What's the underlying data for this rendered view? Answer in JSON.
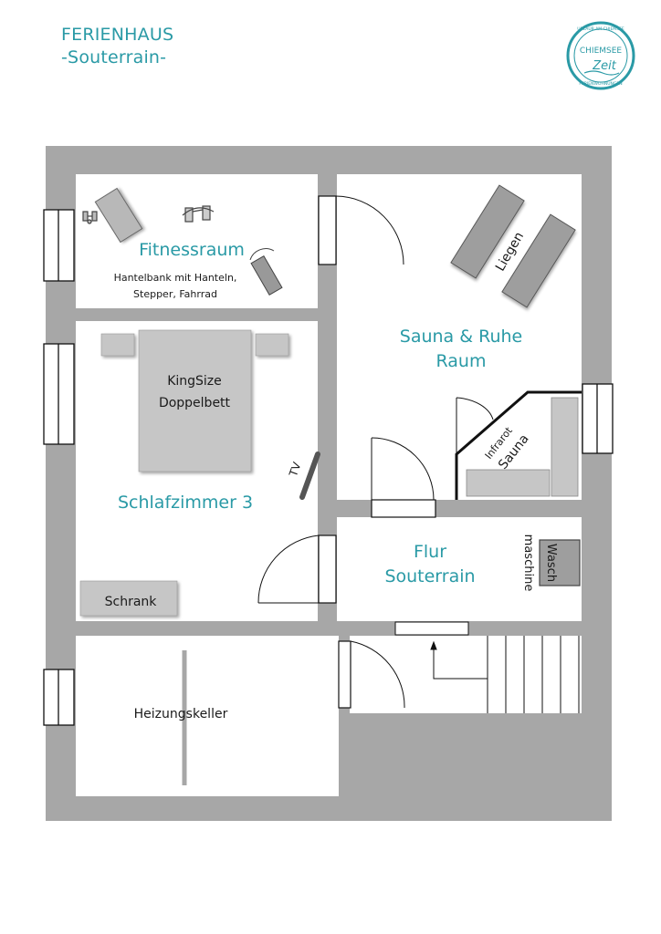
{
  "header": {
    "title": "FERIENHAUS",
    "subtitle": "-Souterrain-"
  },
  "logo": {
    "line1": "CHIEMSEE",
    "line2": "Zeit",
    "ring_top": "URLAUB AM CHIEMSEE",
    "ring_bottom": "FERIENWOHNUNGEN"
  },
  "rooms": {
    "fitness": {
      "name": "Fitnessraum",
      "desc_line1": "Hantelbank mit Hanteln,",
      "desc_line2": "Stepper, Fahrrad"
    },
    "sauna": {
      "name_line1": "Sauna & Ruhe",
      "name_line2": "Raum",
      "loungers": "Liegen",
      "infrared_line1": "Infrarot",
      "infrared_line2": "Sauna"
    },
    "bedroom": {
      "name": "Schlafzimmer 3",
      "bed_line1": "KingSize",
      "bed_line2": "Doppelbett",
      "tv": "TV",
      "wardrobe": "Schrank"
    },
    "hallway": {
      "name_line1": "Flur",
      "name_line2": "Souterrain",
      "washer_line1": "Wasch",
      "washer_line2": "maschine"
    },
    "boiler": {
      "name": "Heizungskeller"
    }
  },
  "colors": {
    "wall": "#a7a7a7",
    "accent": "#2a9aa6",
    "furniture": "#c6c6c6",
    "ink": "#1a1a1a"
  }
}
